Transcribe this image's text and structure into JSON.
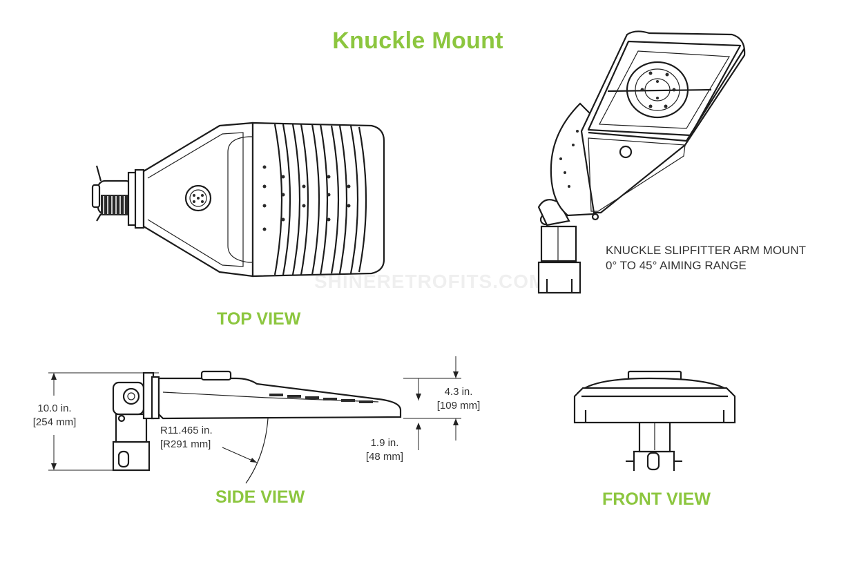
{
  "title": "Knuckle Mount",
  "watermark": "SHINERETROFITS.COM",
  "views": {
    "top": "TOP VIEW",
    "side": "SIDE VIEW",
    "front": "FRONT VIEW"
  },
  "mount_note": {
    "line1": "KNUCKLE SLIPFITTER ARM MOUNT",
    "line2": "0° TO 45° AIMING RANGE"
  },
  "dimensions": {
    "height_in": "10.0 in.",
    "height_mm": "[254 mm]",
    "radius_in": "R11.465 in.",
    "radius_mm": "[R291 mm]",
    "depth_in": "4.3 in.",
    "depth_mm": "[109 mm]",
    "lens_in": "1.9 in.",
    "lens_mm": "[48 mm]"
  },
  "colors": {
    "accent": "#8cc63f",
    "line": "#1c1c1c"
  }
}
